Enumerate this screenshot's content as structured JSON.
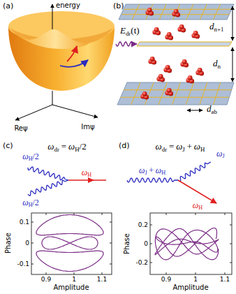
{
  "diagram": {
    "labels": [
      "(a)",
      "energy",
      "Reψ",
      "Imψ",
      "(b)",
      "E",
      "dr",
      "(t)",
      "d",
      "n+1",
      "d",
      "n",
      "d",
      "ab",
      "(c)",
      "ω",
      "dr",
      "=",
      "ω",
      "H",
      "/2",
      "ω",
      "H",
      "/2",
      "ω",
      "H",
      "/2",
      "ω",
      "H",
      "Phase",
      "Amplitude",
      "0.1",
      "0",
      "-0.1",
      "0.9",
      "1",
      "1.1",
      "(d)",
      "ω",
      "dr",
      "=",
      "ω",
      "J",
      "+",
      "ω",
      "H",
      "ω",
      "J",
      "+",
      "ω",
      "H",
      "ω",
      "J",
      "ω",
      "H",
      "Phase",
      "Amplitude",
      "0.2",
      "0",
      "-0.2",
      "0.9",
      "1",
      "1.1"
    ]
  }
}
